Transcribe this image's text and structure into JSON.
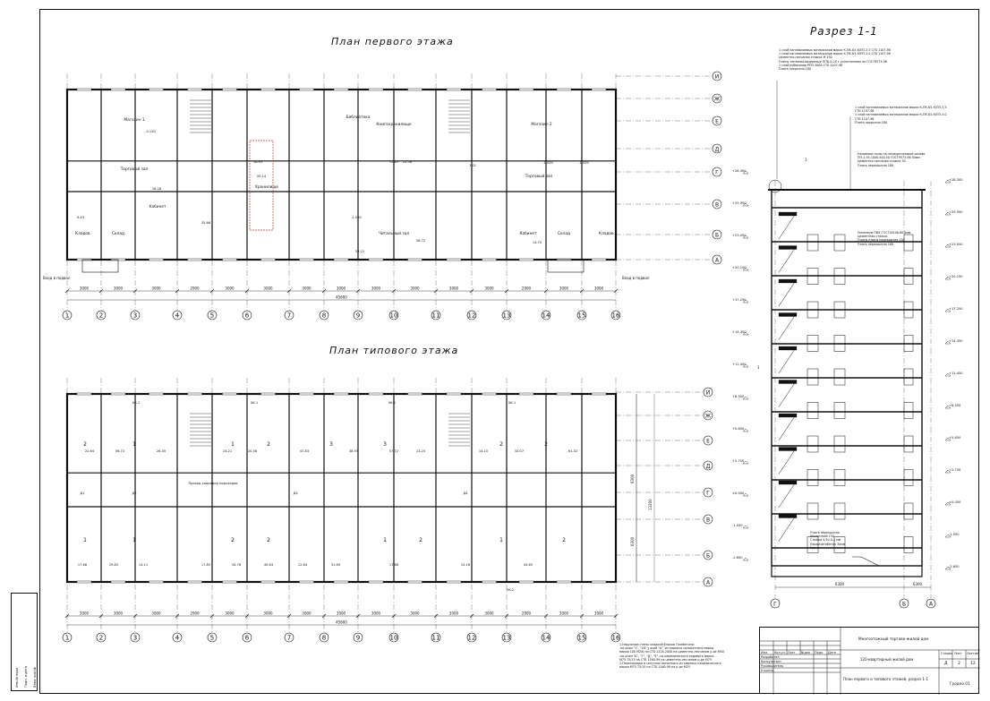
{
  "sheet": {
    "plan1_title": "План первого этажа",
    "plan2_title": "План типового этажа",
    "section_title": "Разрез 1-1"
  },
  "plan1": {
    "rooms": [
      {
        "label": "Магазин 1"
      },
      {
        "label": "Торговый зал"
      },
      {
        "label": "Кабинет"
      },
      {
        "label": "Кладов."
      },
      {
        "label": "Склад"
      },
      {
        "label": "Библиотека"
      },
      {
        "label": "Книгохранилище"
      },
      {
        "label": "Хранилище"
      },
      {
        "label": "Читальный зал"
      },
      {
        "label": "Магазин 2"
      },
      {
        "label": "Торговый зал"
      },
      {
        "label": "Кабинет"
      },
      {
        "label": "Склад"
      },
      {
        "label": "Кладов."
      }
    ],
    "entry_left": "Вход в подвал",
    "entry_right": "Вход в подвал",
    "axes_numbers": [
      "1",
      "2",
      "3",
      "4",
      "5",
      "6",
      "7",
      "8",
      "9",
      "10",
      "11",
      "12",
      "13",
      "14",
      "15",
      "16"
    ],
    "axes_letters": [
      "А",
      "Б",
      "В",
      "Г",
      "Д",
      "Е",
      "Ж",
      "И"
    ],
    "dims_bottom": [
      "3000",
      "3000",
      "3000",
      "2900",
      "3000",
      "3000",
      "3000",
      "3000",
      "3000",
      "3000",
      "3000",
      "3000",
      "2900",
      "3000",
      "3000"
    ],
    "dim_total": "45600",
    "marks": [
      "-0.150",
      "-1.050",
      "-1.050",
      "-1.050",
      "18.28",
      "20.14",
      "58.22",
      "22.58",
      "56.72",
      "14.70",
      "35.66",
      "9.43",
      "16.93",
      "72.85",
      "1.01"
    ]
  },
  "plan2": {
    "axes_numbers": [
      "1",
      "2",
      "3",
      "4",
      "5",
      "6",
      "7",
      "8",
      "9",
      "10",
      "11",
      "12",
      "13",
      "14",
      "15",
      "16"
    ],
    "dims_bottom": [
      "3000",
      "3000",
      "3000",
      "2900",
      "3000",
      "3000",
      "3000",
      "3000",
      "3000",
      "3000",
      "3000",
      "3000",
      "2900",
      "3000",
      "3000"
    ],
    "dim_total": "45600",
    "dims_side": [
      "6300",
      "6300",
      "13200"
    ],
    "apartments": [
      "2",
      "1",
      "1",
      "2",
      "3",
      "3",
      "2",
      "2",
      "1",
      "1",
      "2",
      "2",
      "1",
      "2",
      "1",
      "2"
    ],
    "areas": [
      "22.64",
      "56.72",
      "26.35",
      "14.21",
      "20.58",
      "47.83",
      "38.93",
      "57.72",
      "13.25",
      "14.10",
      "32.07",
      "61.32",
      "17.88",
      "29.82",
      "14.11",
      "17.85",
      "34.78",
      "49.63",
      "12.84",
      "31.69",
      "17.88",
      "15.16",
      "43.65"
    ],
    "marks": [
      "0К-1",
      "0К-1",
      "0К-1",
      "0К-1",
      "0К-2",
      "Д1",
      "Д2",
      "Д3",
      "Д4"
    ],
    "corridor_label": "Проход корридор подъездов"
  },
  "section": {
    "axes": [
      "Г",
      "Б",
      "А"
    ],
    "dims_bottom": [
      "6300",
      "6300"
    ],
    "levels": [
      "+28.300",
      "+25.950",
      "+23.050",
      "+20.150",
      "+17.250",
      "+14.350",
      "+11.450",
      "+8.550",
      "+5.650",
      "+2.750",
      "±0.000",
      "-1.050",
      "-2.650"
    ],
    "notes_top": [
      "1 слой наплавляемых материалов марки К-ПК-Б5-К/ПП-3,5 СТБ 1107-98",
      "1 слой наплавляемых материалов марки К-ПК-Б5-К/ПП-3,0 СТБ 1107-98",
      "Цементно-песчаная стяжка М 150",
      "Плиты теплоизоляционные ППБ-0-20 с уплотнением по ГОСТ9573-96",
      "1 слой рубероида РПП-300А СТБ 1107-98",
      "Плита покрытия 180"
    ],
    "notes_mid": [
      "1 слой наплавляемых материалов марки К-ПК-Б5-К/ПП-3,5",
      "СТБ 1107-98",
      "1 слой наплавляемых материалов марки К-ПК-Б5-К/ПП-3,0",
      "СТБ 1107-98",
      "Плита покрытия 180"
    ],
    "notes_right": [
      "Линолеум ПВХ ГОСТ18108-80 5мм",
      "Цементная стяжка",
      "Плиты плиты перекрытия 150",
      "Плита перекрытия 180",
      "Наливные полы на полиуретановой основе",
      "ПП-1-35-1000.500.50 ГОСТ9573-96 50мм",
      "Цементно-песчаная стяжка 30",
      "Плита перекрытия 180"
    ],
    "notes_bottom": [
      "Плита перекрытия",
      "Мозаичный 150",
      "Стяжка 5/10 А-1 мм",
      "Керамзитобетон 30мм",
      "Грунт"
    ],
    "mark_a": "1",
    "mark_b": "1"
  },
  "general_notes": [
    "1.Наружные стены кладкой блоков Газобетона:",
    "-по осям \"1\", \"16\" у осей \"А\" -из кирпича силикатного марки",
    "марки 100 М2/0 по СТБ 1228-2000 на цементно-песчаном р-ре М50",
    "-по осям \"Б\", \"Г\", \"Д\", \"Е\" -из керамического рядового марки",
    "М75 75/15 по СТБ 1160-99 на цементно-песчаном р-ре М75",
    "2.Перегородки в санузлах выполнить из кирпича керамического",
    "марки М75 75/15 по СТБ 1160-99 на р-ре М25"
  ],
  "title_block": {
    "project": "Многоэтажный торгово-жилой дом",
    "building": "120-квартирный жилой дом",
    "sheet_name": "План первого и типового этажей, разрез 1-1",
    "stage_label": "Стадия",
    "sheet_label": "Лист",
    "sheets_label": "Листов",
    "stage": "Д",
    "sheet_no": "2",
    "sheets": "12",
    "org": "Гродно 01",
    "rows": [
      "Изм.",
      "Кол.уч.",
      "Лист",
      "№док.",
      "Подп.",
      "Дата"
    ],
    "roles": [
      "Разработал",
      "Консультант",
      "Руководитель",
      "Н.контр."
    ]
  },
  "side_strip": [
    "Инв.№ подл.",
    "Подп. и дата",
    "Взам. инв.№"
  ]
}
